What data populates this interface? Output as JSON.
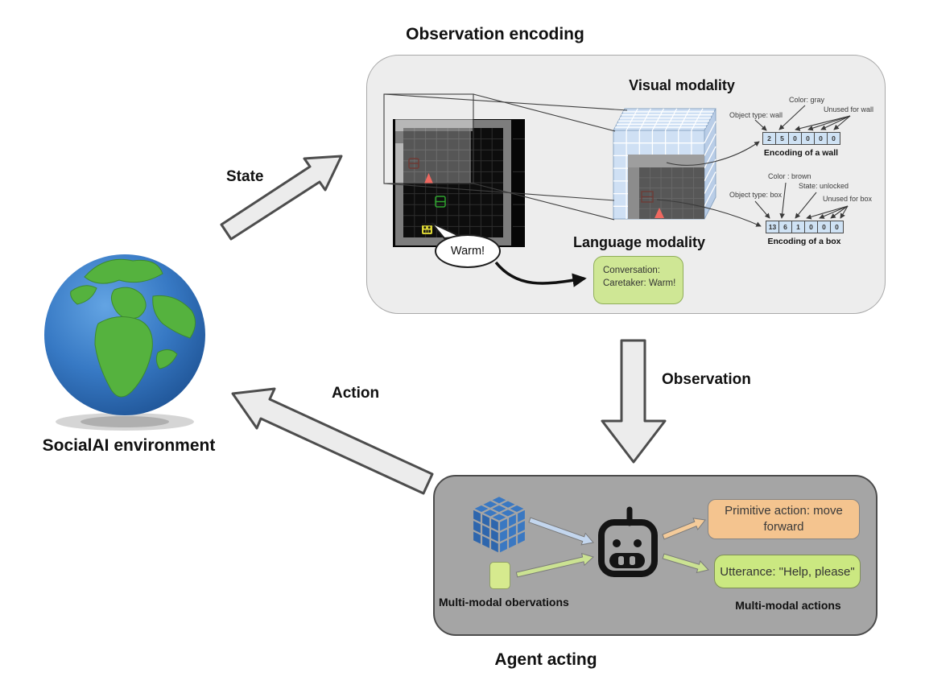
{
  "title": "Observation encoding",
  "encoding": {
    "visual_label": "Visual modality",
    "language_label": "Language modality",
    "bubble_text": "Warm!",
    "conversation": {
      "line1": "Conversation:",
      "line2": "Caretaker: Warm!"
    },
    "wall": {
      "object_type": "Object type: wall",
      "color": "Color: gray",
      "unused": "Unused for wall",
      "cells": [
        "2",
        "5",
        "0",
        "0",
        "0",
        "0"
      ],
      "caption": "Encoding of a wall"
    },
    "box": {
      "object_type": "Object type: box",
      "color": "Color : brown",
      "state": "State: unlocked",
      "unused": "Unused for box",
      "cells": [
        "13",
        "6",
        "1",
        "0",
        "0",
        "0"
      ],
      "caption": "Encoding of a box"
    }
  },
  "environment_label": "SocialAI environment",
  "arrows": {
    "state": "State",
    "observation": "Observation",
    "action": "Action"
  },
  "agent": {
    "observations_label": "Multi-modal obervations",
    "actions_label": "Multi-modal actions",
    "primitive_action": "Primitive action: move forward",
    "utterance": "Utterance: \"Help, please\"",
    "caption": "Agent acting"
  },
  "colors": {
    "panel_bg": "#ededed",
    "agent_panel_bg": "#a5a5a5",
    "encoding_cell_blue": "#cfe2f4",
    "conversation_green": "#cfe795",
    "utterance_green": "#cbe881",
    "primitive_orange": "#f4c48f",
    "block_arrow_fill": "#ececec"
  }
}
